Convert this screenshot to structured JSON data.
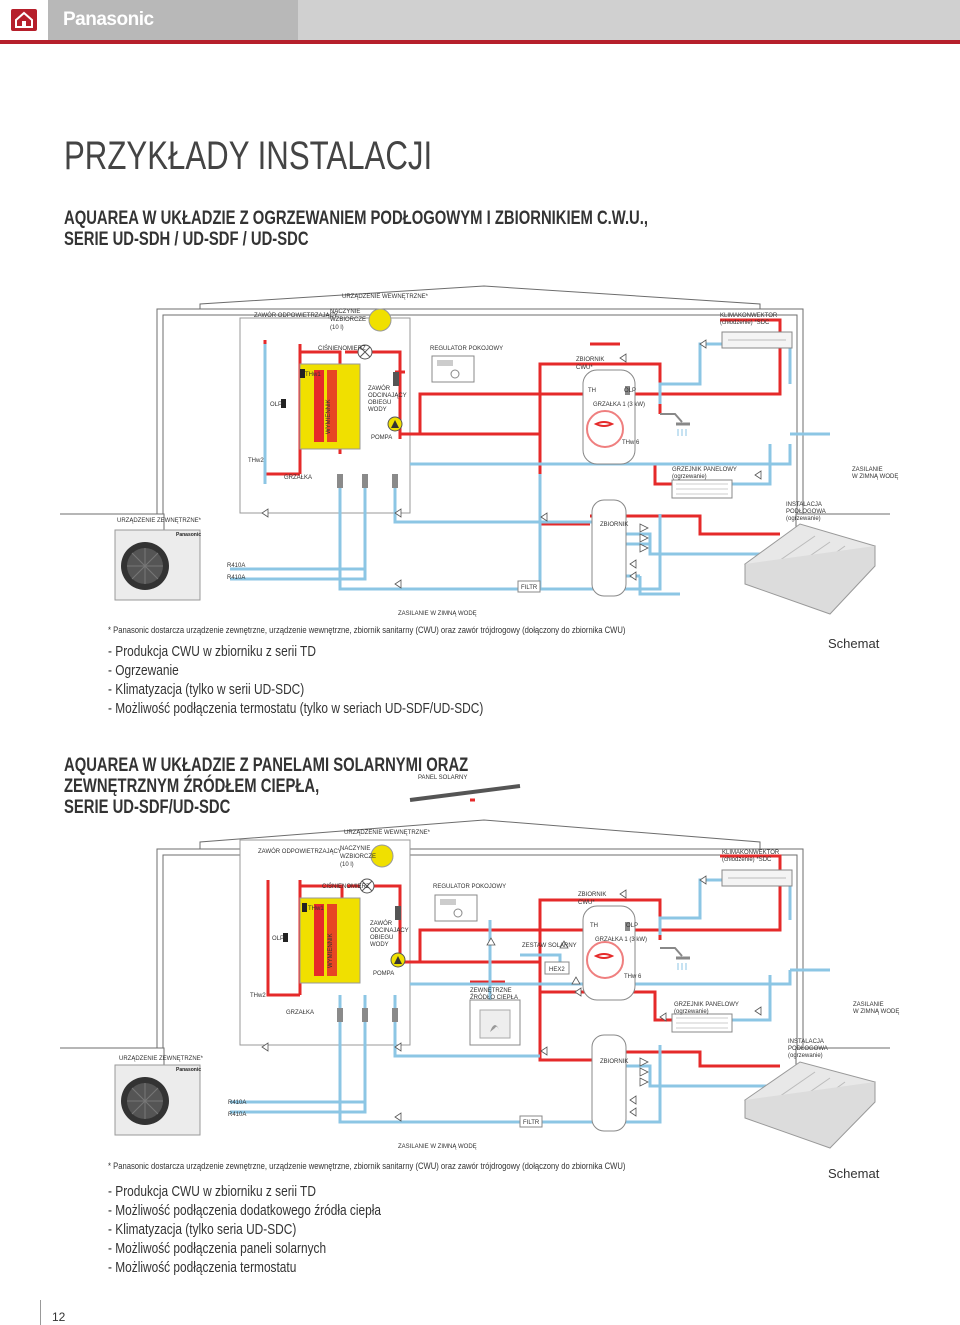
{
  "brand": "Panasonic",
  "page_title": "PRZYKŁADY INSTALACJI",
  "page_number": "12",
  "sections": [
    {
      "title_lines": [
        "AQUAREA W UKŁADZIE Z OGRZEWANIEM PODŁOGOWYM I ZBIORNIKIEM C.W.U.,",
        "SERIE UD-SDH / UD-SDF / UD-SDC"
      ],
      "labels": {
        "indoor_unit": "URZĄDZENIE WEWNĘTRZNE*",
        "vent_valve": "ZAWÓR ODPOWIETRZAJĄCY",
        "expansion_tank": [
          "NACZYNIE",
          "WZBIORCZE",
          "(10 l)"
        ],
        "manometer": "CIŚNIENOMIERZ",
        "room_controller": "REGULATOR POKOJOWY",
        "fan_coil": [
          "KLIMAKONWEKTOR",
          "(chłodzenie) *SDC"
        ],
        "thw1": "THw1",
        "thw2": "THw2",
        "olp": "OLP",
        "exchanger": "WYMIENNIK",
        "shutoff_valve": [
          "ZAWÓR",
          "ODCINAJĄCY",
          "OBIEGU",
          "WODY"
        ],
        "pump": "POMPA",
        "heater": "GRZAŁKA",
        "dhw_tank": [
          "ZBIORNIK",
          "CWU*"
        ],
        "th": "TH",
        "tank_olp": "OLP",
        "tank_heater": "GRZAŁKA 1 (3 kW)",
        "thw6": "THw 6",
        "panel_radiator": [
          "GRZEJNIK PANELOWY",
          "(ogrzewanie)"
        ],
        "cold_water_top": [
          "ZASILANIE",
          "W ZIMNĄ WODĘ"
        ],
        "outdoor_unit": "URZĄDZENIE ZEWNĘTRZNE*",
        "buffer_tank": "ZBIORNIK",
        "floor_heating": [
          "INSTALACJA",
          "PODŁOGOWA",
          "(ogrzewanie)"
        ],
        "r410a_1": "R410A",
        "r410a_2": "R410A",
        "filter": "FILTR",
        "cold_water_bottom": "ZASILANIE W ZIMNĄ WODĘ",
        "unit_brand": "Panasonic"
      },
      "note": "* Panasonic dostarcza urządzenie zewnętrzne, urządzenie wewnętrzne, zbiornik sanitarny (CWU) oraz zawór trójdrogowy (dołączony do zbiornika CWU)",
      "features": [
        "- Produkcja CWU w zbiorniku z serii TD",
        "- Ogrzewanie",
        "- Klimatyzacja (tylko w serii UD-SDC)",
        "- Możliwość podłączenia termostatu (tylko w seriach UD-SDF/UD-SDC)"
      ],
      "schemat": "Schemat"
    },
    {
      "title_lines": [
        "AQUAREA W UKŁADZIE Z PANELAMI SOLARNYMI ORAZ",
        "ZEWNĘTRZNYM ŹRÓDŁEM CIEPŁA,",
        "SERIE UD-SDF/UD-SDC"
      ],
      "labels": {
        "solar_panel": "PANEL SOLARNY",
        "indoor_unit": "URZĄDZENIE WEWNĘTRZNE*",
        "vent_valve": "ZAWÓR ODPOWIETRZAJĄCY",
        "expansion_tank": [
          "NACZYNIE",
          "WZBIORCZE",
          "(10 l)"
        ],
        "manometer": "CIŚNIENOMIERZ",
        "room_controller": "REGULATOR POKOJOWY",
        "fan_coil": [
          "KLIMAKONWEKTOR",
          "(chłodzenie) *SDC"
        ],
        "thw1": "THw1",
        "thw2": "THw2",
        "olp": "OLP",
        "exchanger": "WYMIENNIK",
        "shutoff_valve": [
          "ZAWÓR",
          "ODCINAJĄCY",
          "OBIEGU",
          "WODY"
        ],
        "pump": "POMPA",
        "heater": "GRZAŁKA",
        "dhw_tank": [
          "ZBIORNIK",
          "CWU*"
        ],
        "th": "TH",
        "tank_olp": "OLP",
        "tank_heater": "GRZAŁKA 1 (3 kW)",
        "thw6": "THw 6",
        "solar_kit": "ZESTAW SOLARNY",
        "hex2": "HEX2",
        "external_source": [
          "ZEWNĘTRZNE",
          "ŹRÓDŁO CIEPŁA"
        ],
        "panel_radiator": [
          "GRZEJNIK PANELOWY",
          "(ogrzewanie)"
        ],
        "cold_water_top": [
          "ZASILANIE",
          "W ZIMNĄ WODĘ"
        ],
        "outdoor_unit": "URZĄDZENIE ZEWNĘTRZNE*",
        "buffer_tank": "ZBIORNIK",
        "floor_heating": [
          "INSTALACJA",
          "PODŁOGOWA",
          "(ogrzewanie)"
        ],
        "r410a_1": "R410A",
        "r410a_2": "R410A",
        "filter": "FILTR",
        "cold_water_bottom": "ZASILANIE W ZIMNĄ WODĘ",
        "unit_brand": "Panasonic"
      },
      "note": "* Panasonic dostarcza urządzenie zewnętrzne, urządzenie wewnętrzne, zbiornik sanitarny (CWU) oraz zawór trójdrogowy (dołączony do zbiornika CWU)",
      "features": [
        "- Produkcja CWU w zbiorniku z serii TD",
        "- Możliwość podłączenia dodatkowego źródła ciepła",
        "- Klimatyzacja (tylko seria UD-SDC)",
        "- Możliwość podłączenia paneli solarnych",
        "- Możliwość podłączenia termostatu"
      ],
      "schemat": "Schemat"
    }
  ],
  "colors": {
    "hot_pipe": "#e52a2a",
    "cold_pipe": "#8cc6e4",
    "house": "#6d6d6d",
    "brand_red": "#b61f2b"
  }
}
